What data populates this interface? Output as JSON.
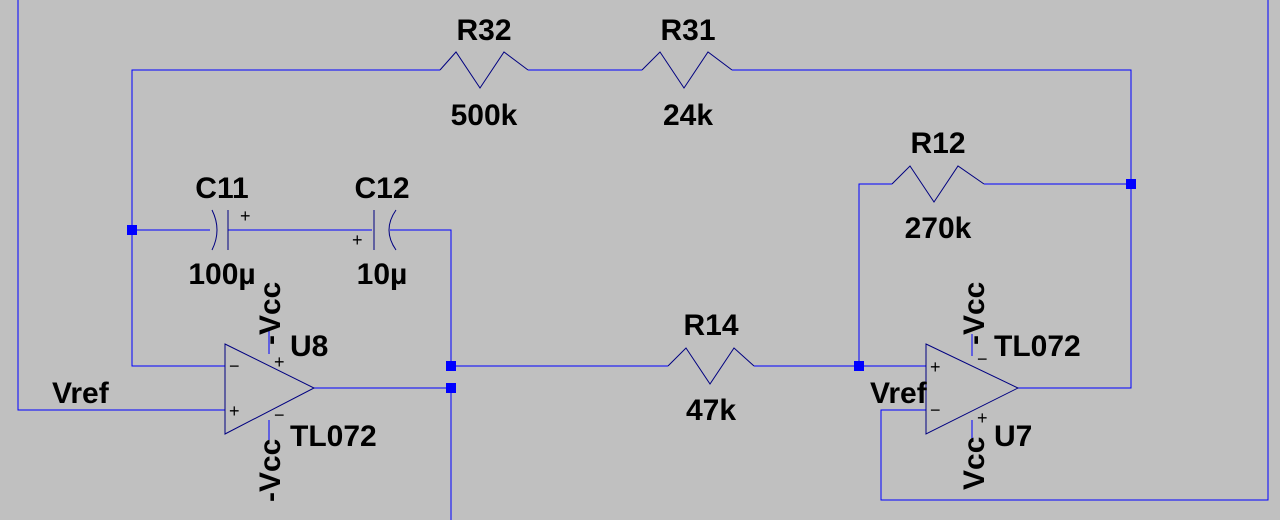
{
  "components": {
    "r32": {
      "name": "R32",
      "value": "500k"
    },
    "r31": {
      "name": "R31",
      "value": "24k"
    },
    "r12": {
      "name": "R12",
      "value": "270k"
    },
    "r14": {
      "name": "R14",
      "value": "47k"
    },
    "c11": {
      "name": "C11",
      "value": "100µ"
    },
    "c12": {
      "name": "C12",
      "value": "10µ"
    },
    "u8": {
      "name": "U8",
      "model": "TL072"
    },
    "u7": {
      "name": "U7",
      "model": "TL072"
    }
  },
  "net_labels": {
    "vref_left": "Vref",
    "vref_right": "Vref",
    "u8_top_supply": "-Vcc",
    "u8_bottom_supply": "-Vcc",
    "u7_top_supply": "-Vcc",
    "u7_bottom_supply": "Vcc"
  },
  "pin_marks": {
    "plus": "+",
    "minus": "−"
  }
}
